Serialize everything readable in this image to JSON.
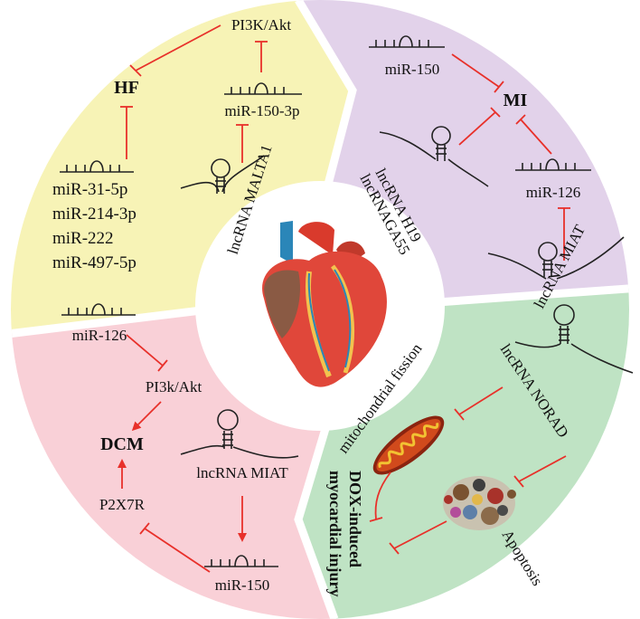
{
  "colors": {
    "hf": "#f7f3b6",
    "mi": "#e2d2ea",
    "dcm": "#f9d0d7",
    "dox": "#bfe3c4",
    "arrow": "#e8302a"
  },
  "hf": {
    "title": "HF",
    "pi3k": "PI3K/Akt",
    "mir150_3p": "miR-150-3p",
    "malta1": "lncRNA MALTA1",
    "mirs": [
      "miR-31-5p",
      "miR-214-3p",
      "miR-222",
      "miR-497-5p"
    ]
  },
  "mi": {
    "title": "MI",
    "mir150": "miR-150",
    "h19": "lncRNA H19",
    "aga55": "lncRNAGA55",
    "mir126": "miR-126",
    "miat": "lncRNA MIAT"
  },
  "dcm": {
    "title": "DCM",
    "mir126": "miR-126",
    "pi3k": "PI3k/Akt",
    "p2x7r": "P2X7R",
    "miat": "lncRNA MIAT",
    "mir150": "miR-150"
  },
  "dox": {
    "norad": "lncRNA NORAD",
    "fission": "mitochondrial fission",
    "apoptosis": "Apoptosis",
    "injury_line1": "DOX-induced",
    "injury_line2": "myocardial injury"
  },
  "icons": [
    "heart-icon",
    "mitochondrion-icon",
    "apoptotic-cells-icon",
    "stem-loop-icon"
  ]
}
